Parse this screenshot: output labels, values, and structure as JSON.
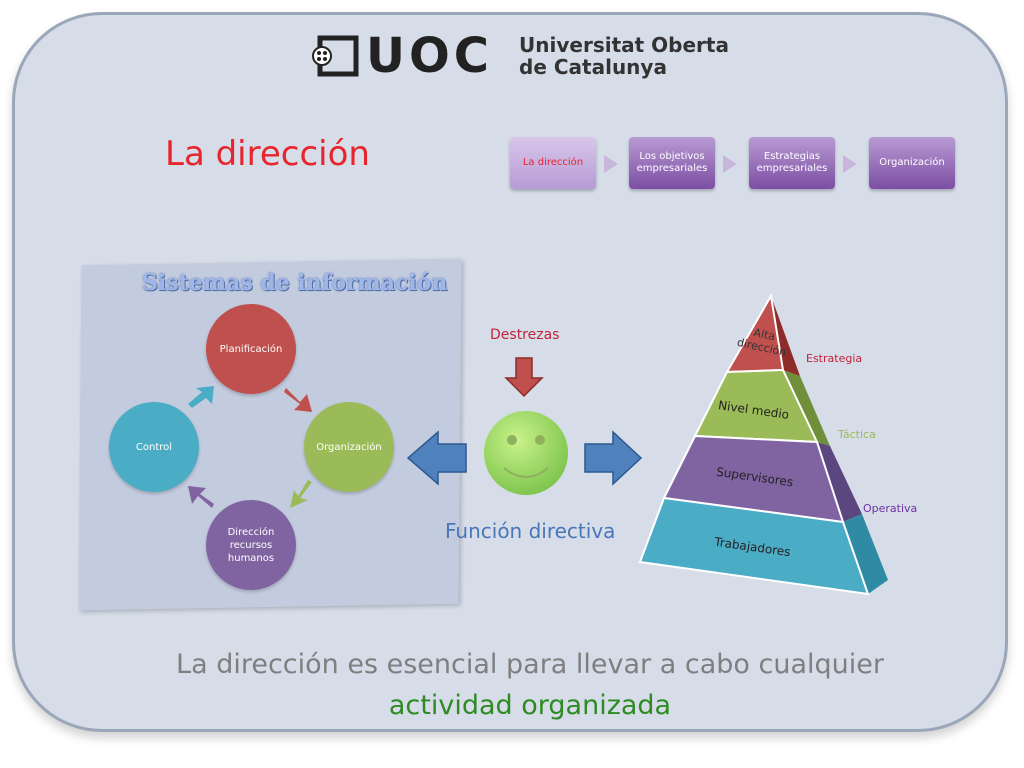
{
  "logo": {
    "letters": "UOC",
    "line1": "Universitat Oberta",
    "line2": "de Catalunya"
  },
  "title": "La dirección",
  "steps": [
    {
      "label": "La dirección"
    },
    {
      "label": "Los objetivos empresariales"
    },
    {
      "label": "Estrategias empresariales"
    },
    {
      "label": "Organización"
    }
  ],
  "panel": {
    "title": "Sistemas de información",
    "cycle": [
      {
        "label": "Planificación",
        "color": "#c0504d"
      },
      {
        "label": "Organización",
        "color": "#9bbb59"
      },
      {
        "label": "Dirección recursos humanos",
        "color": "#8064a2"
      },
      {
        "label": "Control",
        "color": "#4bacc6"
      }
    ]
  },
  "center": {
    "top_label": "Destrezas",
    "bottom_label": "Función directiva"
  },
  "pyramid": {
    "levels": [
      {
        "label": "Alta dirección",
        "color": "#c0504d",
        "side": "Estrategia",
        "side_color": "#c0243a"
      },
      {
        "label": "Nivel medio",
        "color": "#9bbb59",
        "side": "Táctica",
        "side_color": "#9bbb59"
      },
      {
        "label": "Supervisores",
        "color": "#8064a2",
        "side": "Operativa",
        "side_color": "#7030a0"
      },
      {
        "label": "Trabajadores",
        "color": "#4bacc6",
        "side": "",
        "side_color": ""
      }
    ]
  },
  "subtitle": {
    "part1": "La dirección es esencial para llevar a cabo cualquier ",
    "highlight": "actividad organizada"
  }
}
